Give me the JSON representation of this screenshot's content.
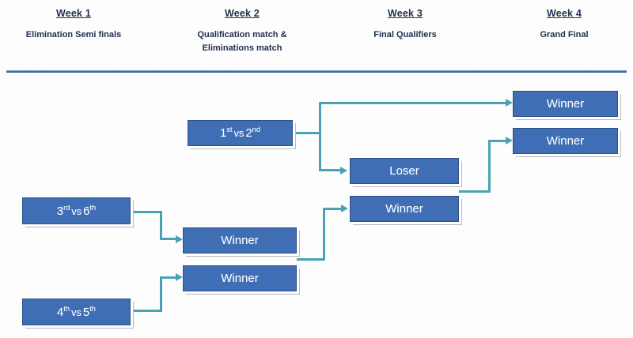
{
  "diagram": {
    "type": "tournament-bracket",
    "title": "",
    "background_color": "#fdfdfd",
    "box_color": "#3f6eb5",
    "connector_color": "#4aa3b5",
    "divider_color": "#3f6ea8",
    "header_text_color": "#1f2f4d"
  },
  "columns": [
    {
      "title": "Week 1",
      "subtitle": "Elimination Semi finals"
    },
    {
      "title": "Week 2",
      "subtitle": "Qualification match &\nEliminations match"
    },
    {
      "title": "Week 3",
      "subtitle": "Final Qualifiers"
    },
    {
      "title": "Week 4",
      "subtitle": "Grand Final"
    }
  ],
  "nodes": {
    "w2_match_top": {
      "label": "1st vs 2nd",
      "first": "1",
      "first_sup": "st",
      "vs": "vs",
      "second": "2",
      "second_sup": "nd"
    },
    "w1_match_top": {
      "label": "3rd vs 6th",
      "first": "3",
      "first_sup": "rd",
      "vs": "vs",
      "second": "6",
      "second_sup": "th"
    },
    "w1_match_bottom": {
      "label": "4th vs 5th",
      "first": "4",
      "first_sup": "th",
      "vs": "vs",
      "second": "5",
      "second_sup": "th"
    },
    "w2_winner_top": {
      "label": "Winner"
    },
    "w2_winner_bottom": {
      "label": "Winner"
    },
    "w3_loser": {
      "label": "Loser"
    },
    "w3_winner": {
      "label": "Winner"
    },
    "w4_winner_top": {
      "label": "Winner"
    },
    "w4_winner_bottom": {
      "label": "Winner"
    }
  }
}
